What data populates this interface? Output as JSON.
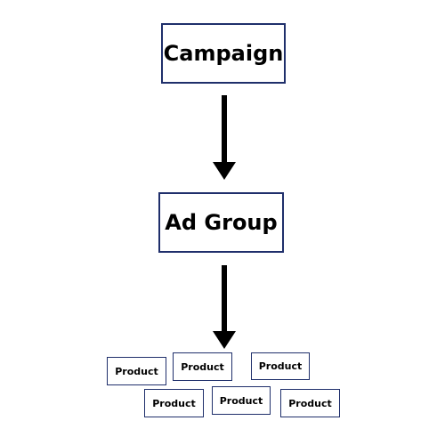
{
  "nodes": {
    "campaign": "Campaign",
    "ad_group": "Ad Group",
    "products": [
      "Product",
      "Product",
      "Product",
      "Product",
      "Product",
      "Product"
    ]
  },
  "colors": {
    "box_border": "#1f2f6b",
    "arrow": "#000000",
    "text": "#000000",
    "background": "#ffffff"
  }
}
